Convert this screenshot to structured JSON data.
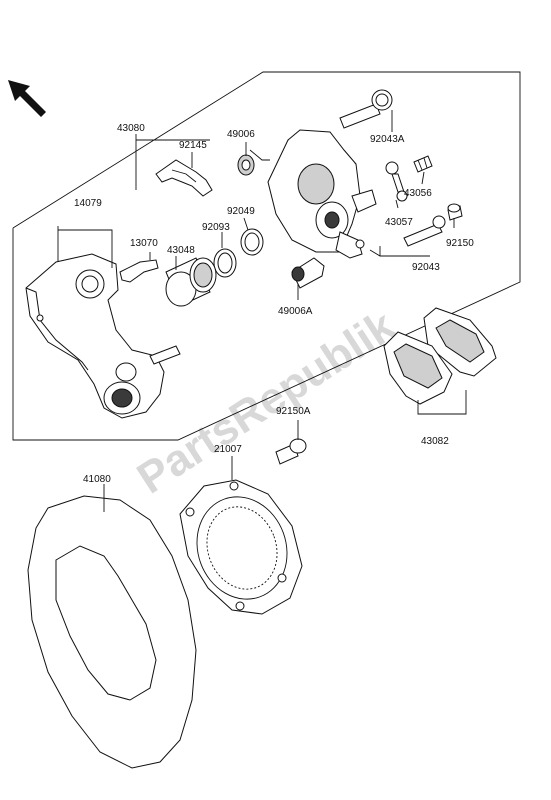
{
  "watermark": "PartsRepublik",
  "labels": {
    "l43080": "43080",
    "l92145": "92145",
    "l49006": "49006",
    "l92043A": "92043A",
    "l14079": "14079",
    "l13070": "13070",
    "l43048": "43048",
    "l92093": "92093",
    "l92049": "92049",
    "l43056": "43056",
    "l43057": "43057",
    "l92150": "92150",
    "l92043": "92043",
    "l49006A": "49006A",
    "l43082": "43082",
    "l92150A": "92150A",
    "l21007": "21007",
    "l41080": "41080"
  },
  "icons": {
    "direction": "arrow-up-left-icon"
  }
}
